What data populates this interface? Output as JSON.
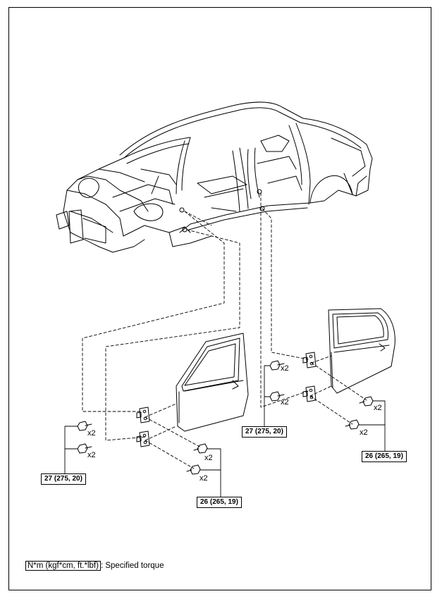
{
  "diagram": {
    "torque_labels": {
      "front_door_body_side": "27 (275, 20)",
      "front_door_door_side": "26 (265, 19)",
      "rear_door_body_side": "27 (275, 20)",
      "rear_door_door_side": "26 (265, 19)"
    },
    "quantity_label": "x2",
    "legend": {
      "unit": "N*m (kgf*cm, ft.*lbf)",
      "description": ": Specified torque"
    }
  },
  "colors": {
    "line": "#000000",
    "background": "#ffffff"
  },
  "icons": [
    "bolt-icon",
    "hinge-icon",
    "door-panel-icon",
    "car-body-icon"
  ]
}
